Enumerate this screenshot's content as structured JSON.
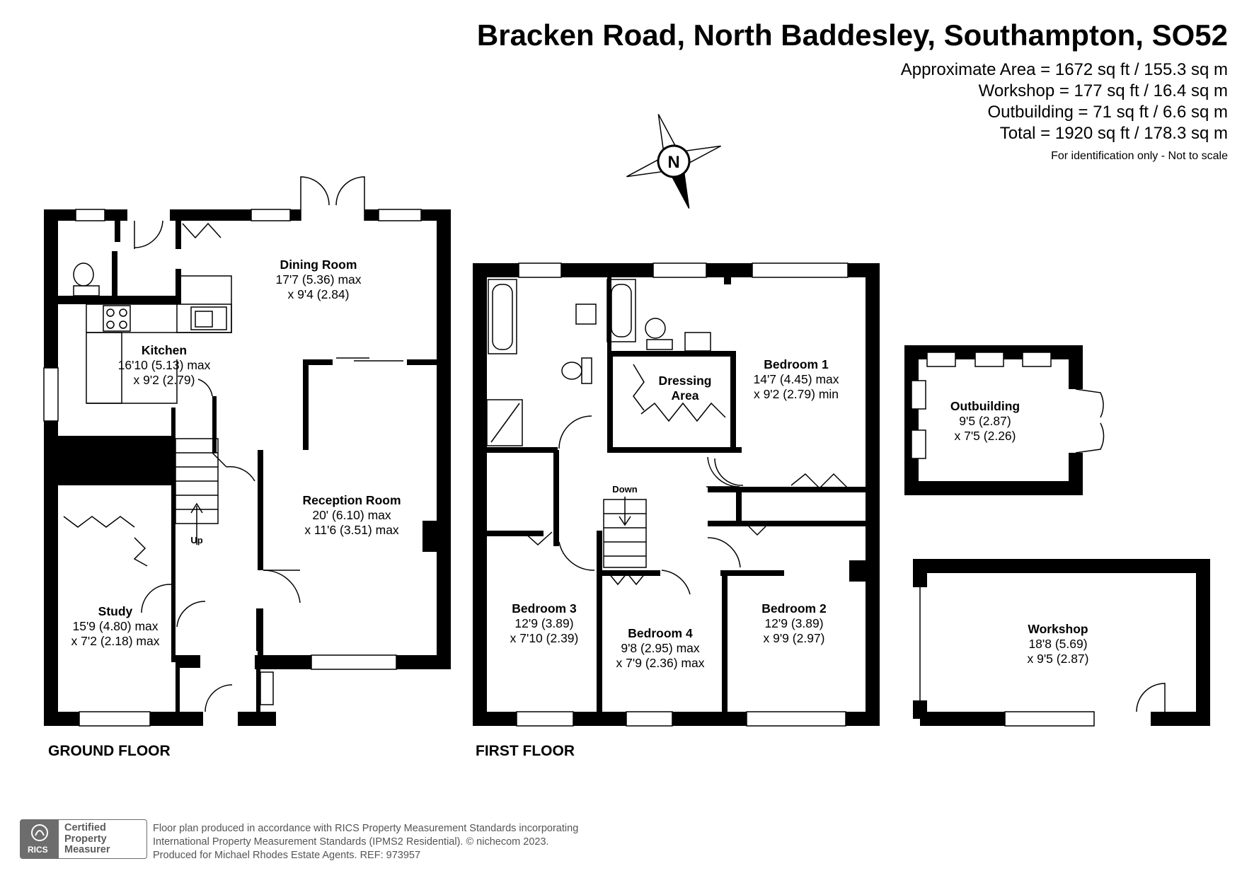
{
  "header": {
    "title": "Bracken Road, North Baddesley, Southampton, SO52",
    "areas": [
      "Approximate Area = 1672 sq ft / 155.3 sq m",
      "Workshop = 177 sq ft / 16.4 sq m",
      "Outbuilding = 71 sq ft / 6.6 sq m",
      "Total = 1920 sq ft / 178.3 sq m"
    ],
    "note": "For identification only - Not to scale"
  },
  "compass": {
    "label": "N"
  },
  "floors": {
    "ground": "GROUND FLOOR",
    "first": "FIRST FLOOR"
  },
  "rooms": {
    "dining": {
      "name": "Dining Room",
      "dims": [
        "17'7 (5.36) max",
        "x 9'4 (2.84)"
      ]
    },
    "kitchen": {
      "name": "Kitchen",
      "dims": [
        "16'10 (5.13) max",
        "x 9'2 (2.79)"
      ]
    },
    "reception": {
      "name": "Reception Room",
      "dims": [
        "20' (6.10) max",
        "x 11'6 (3.51) max"
      ]
    },
    "study": {
      "name": "Study",
      "dims": [
        "15'9 (4.80) max",
        "x 7'2 (2.18) max"
      ]
    },
    "bedroom1": {
      "name": "Bedroom 1",
      "dims": [
        "14'7 (4.45) max",
        "x 9'2 (2.79) min"
      ]
    },
    "dressing": {
      "name": "Dressing",
      "name2": "Area"
    },
    "bedroom3": {
      "name": "Bedroom 3",
      "dims": [
        "12'9 (3.89)",
        "x 7'10 (2.39)"
      ]
    },
    "bedroom4": {
      "name": "Bedroom 4",
      "dims": [
        "9'8 (2.95) max",
        "x 7'9 (2.36) max"
      ]
    },
    "bedroom2": {
      "name": "Bedroom 2",
      "dims": [
        "12'9 (3.89)",
        "x 9'9 (2.97)"
      ]
    },
    "outbuilding": {
      "name": "Outbuilding",
      "dims": [
        "9'5 (2.87)",
        "x 7'5 (2.26)"
      ]
    },
    "workshop": {
      "name": "Workshop",
      "dims": [
        "18'8 (5.69)",
        "x 9'5 (2.87)"
      ]
    }
  },
  "stairs": {
    "up": "Up",
    "down": "Down"
  },
  "footer": {
    "lines": [
      "Floor plan produced in accordance with RICS Property Measurement Standards incorporating",
      "International Property Measurement Standards (IPMS2 Residential).   © nichecom 2023.",
      "Produced for Michael Rhodes Estate Agents.   REF: 973957"
    ],
    "badge_org": "RICS",
    "badge_lines": [
      "Certified",
      "Property",
      "Measurer"
    ]
  }
}
